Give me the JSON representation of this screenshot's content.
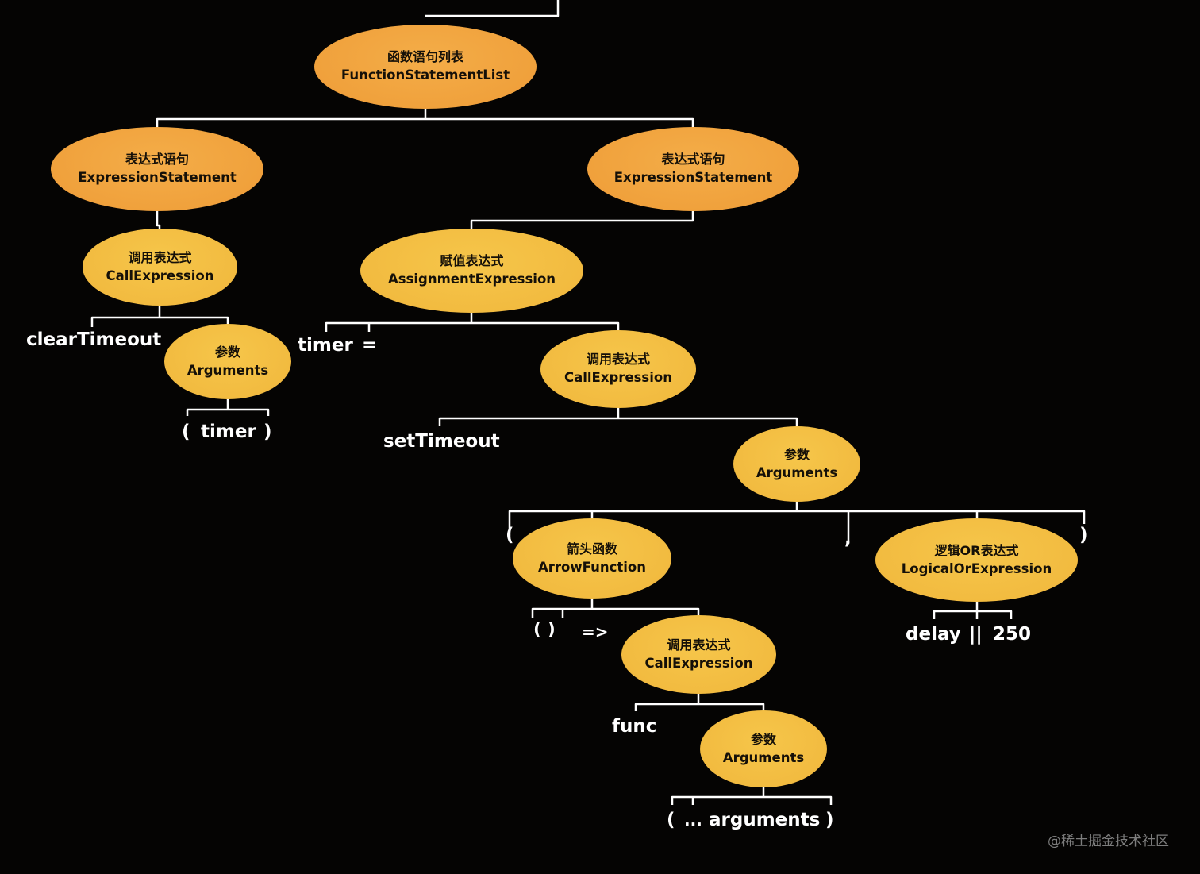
{
  "nodes": {
    "function_statement_list": {
      "zh": "函数语句列表",
      "en": "FunctionStatementList"
    },
    "expression_statement_1": {
      "zh": "表达式语句",
      "en": "ExpressionStatement"
    },
    "expression_statement_2": {
      "zh": "表达式语句",
      "en": "ExpressionStatement"
    },
    "call_expression_1": {
      "zh": "调用表达式",
      "en": "CallExpression"
    },
    "assignment_expression": {
      "zh": "赋值表达式",
      "en": "AssignmentExpression"
    },
    "arguments_1": {
      "zh": "参数",
      "en": "Arguments"
    },
    "call_expression_2": {
      "zh": "调用表达式",
      "en": "CallExpression"
    },
    "arguments_2": {
      "zh": "参数",
      "en": "Arguments"
    },
    "arrow_function": {
      "zh": "箭头函数",
      "en": "ArrowFunction"
    },
    "logical_or_expression": {
      "zh": "逻辑OR表达式",
      "en": "LogicalOrExpression"
    },
    "call_expression_3": {
      "zh": "调用表达式",
      "en": "CallExpression"
    },
    "arguments_3": {
      "zh": "参数",
      "en": "Arguments"
    }
  },
  "tokens": {
    "clear_timeout": "clearTimeout",
    "arg_open_paren": "(",
    "arg_timer": "timer",
    "arg_close_paren": ")",
    "timer": "timer",
    "equals": "=",
    "set_timeout": "setTimeout",
    "args_open_paren": "(",
    "args_comma": ",",
    "args_close_paren": ")",
    "arrow_params": "( )",
    "arrow": "=>",
    "delay": "delay",
    "or_operator": "||",
    "number_250": "250",
    "func": "func",
    "spread_open_paren": "(",
    "spread_dots": "...",
    "spread_arguments": "arguments",
    "spread_close_paren": ")"
  },
  "watermark": "@稀土掘金技术社区",
  "colors": {
    "background": "#050403",
    "orange_node": "#f0a13c",
    "yellow_node": "#f2bb40",
    "line": "#ffffff",
    "token_text": "#ffffff"
  }
}
